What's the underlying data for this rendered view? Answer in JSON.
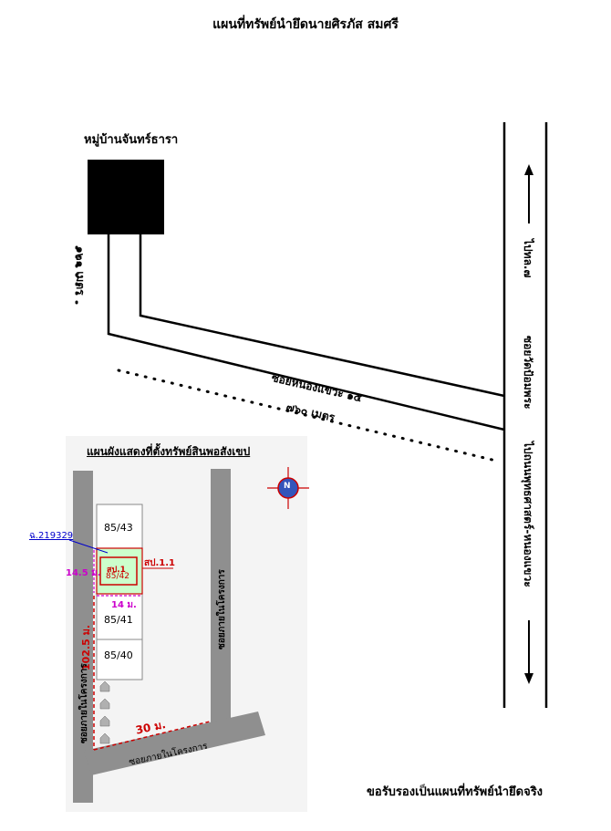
{
  "title": "แผนที่ทรัพย์นำยึดนายศิรภัส สมศรี",
  "village_label": "หมู่บ้านจันทร์ธารา",
  "main_map": {
    "soi_label": "ซอยหนองแขวะ ๑๕",
    "distance_label": "๗๖๐ เมตร",
    "left_distance_label": "๑๒๑ เมตร",
    "road_upper_label": "ไปทล.๗",
    "road_mid_label": "ซอยวัดป้อมพระ",
    "road_lower_label": "ไปถนนพุทธศาสตร์-หนองแขวะ"
  },
  "inset": {
    "title": "แผนผังแสดงที่ตั้งทรัพย์สินพอสังเขป",
    "north": "N",
    "lots": [
      "85/43",
      "85/41",
      "85/40"
    ],
    "target_lot": "85/42",
    "target_label": "สป.1",
    "target_label_right": "สป.1.1",
    "deed": "ฉ.219329",
    "dim_width": "14 ม.",
    "dim_depth": "14.5 ม.",
    "dim_vertical": "102.5 ม.",
    "dim_horizontal": "30 ม.",
    "road_left": "ซอยภายในโครงการ",
    "road_right": "ซอยภายในโครงการ",
    "road_bottom": "ซอยภายในโครงการ"
  },
  "footer": "ขอรับรองเป็นแผนที่ทรัพย์นำยึดจริง",
  "colors": {
    "road": "#8f8f8f",
    "dim_red": "#cc0000",
    "dim_magenta": "#cc00cc",
    "deed_blue": "#0000cc",
    "lot_green": "#ccffcc",
    "inset_bg": "#f4f4f4"
  }
}
